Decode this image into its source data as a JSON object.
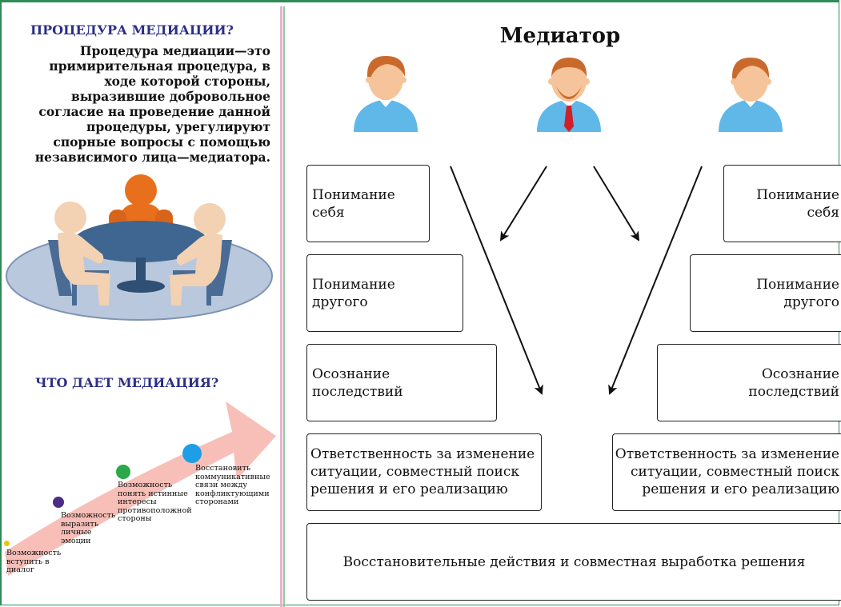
{
  "left_panel": {
    "title1": "ПРОЦЕДУРА МЕДИАЦИИ?",
    "definition_lines": [
      "Процедура медиации—это",
      "примирительная процедура, в",
      "ходе которой стороны,",
      "выразившие добровольное",
      "согласие на проведение данной",
      "процедуры, урегулируют",
      "спорные вопросы с помощью",
      "независимого лица—медиатора."
    ],
    "title2": "ЧТО ДАЕТ МЕДИАЦИЯ?",
    "benefits": [
      {
        "text_lines": [
          "Возможность",
          "вступить в",
          "диалог"
        ],
        "color": "#f2c200"
      },
      {
        "text_lines": [
          "Возможность",
          "выразить",
          "личные",
          "эмоции"
        ],
        "color": "#4b2e83"
      },
      {
        "text_lines": [
          "Возможность",
          "понять истинные",
          "интересы",
          "противоположной",
          "стороны"
        ],
        "color": "#2aa84a"
      },
      {
        "text_lines": [
          "Восстановить",
          "коммуникативные",
          "связи между",
          "конфликтующими",
          "сторонами"
        ],
        "color": "#1e9ee6"
      }
    ]
  },
  "right_panel": {
    "title": "Медиатор",
    "left_boxes": [
      [
        "Понимание",
        "себя"
      ],
      [
        "Понимание",
        "другого"
      ],
      [
        "Осознание",
        "последствий"
      ]
    ],
    "right_boxes": [
      [
        "Понимание",
        "себя"
      ],
      [
        "Понимание",
        "другого"
      ],
      [
        "Осознание",
        "последствий"
      ]
    ],
    "responsibility_left": [
      "Ответственность за изменение",
      "ситуации, совместный поиск",
      "решения и его реализацию"
    ],
    "responsibility_right": [
      "Ответственность за изменение",
      "ситуации, совместный поиск",
      "решения и его реализацию"
    ],
    "bottom_box": "Восстановительные действия и совместная выработка решения"
  },
  "colors": {
    "heading_blue": "#2b2f86",
    "frame_green": "#2e8b57",
    "divider_pink": "#e6b3c8",
    "person_shirt": "#5fb8e8",
    "person_hair": "#c96a2c",
    "person_skin": "#f6c49a",
    "tie_red": "#d0202a",
    "arrow_band": "#f6b8b0",
    "table_top": "#3f6691",
    "rug": "#b9c8dc",
    "mediator_orange": "#e8701c",
    "party_skin": "#f3d1b3"
  }
}
